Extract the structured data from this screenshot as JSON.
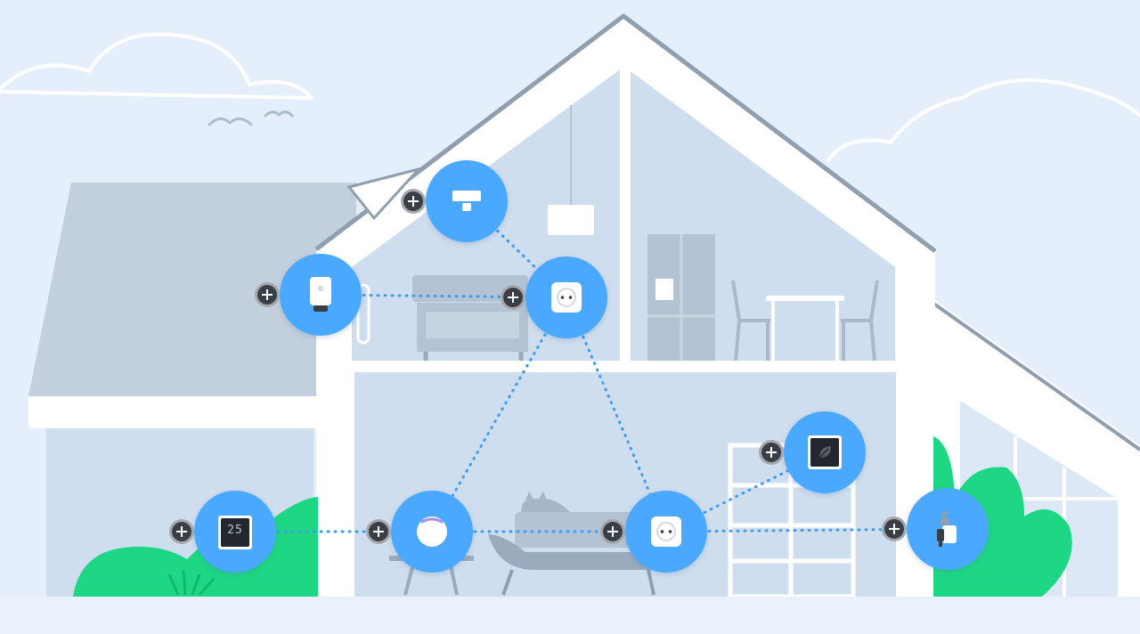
{
  "scene": {
    "colors": {
      "sky": "#e4effb",
      "house_wall": "#ffffff",
      "room": "#cfdeee",
      "roof_outline": "#8f9fb0",
      "node": "#4aa8ff",
      "link": "#3b9df5",
      "plant": "#1ed784",
      "add_button": "#3a3f47"
    },
    "devices": [
      {
        "id": "smart-button",
        "icon": "wall-switch-icon"
      },
      {
        "id": "hub",
        "icon": "radiator-valve-icon"
      },
      {
        "id": "smart-plug-upstairs",
        "icon": "socket-icon"
      },
      {
        "id": "thermostat",
        "icon": "thermostat-icon",
        "display": "25"
      },
      {
        "id": "smart-speaker",
        "icon": "speaker-icon"
      },
      {
        "id": "smart-plug-downstairs",
        "icon": "socket-icon"
      },
      {
        "id": "air-quality-display",
        "icon": "leaf-display-icon"
      },
      {
        "id": "water-valve",
        "icon": "garden-tap-icon"
      }
    ]
  }
}
